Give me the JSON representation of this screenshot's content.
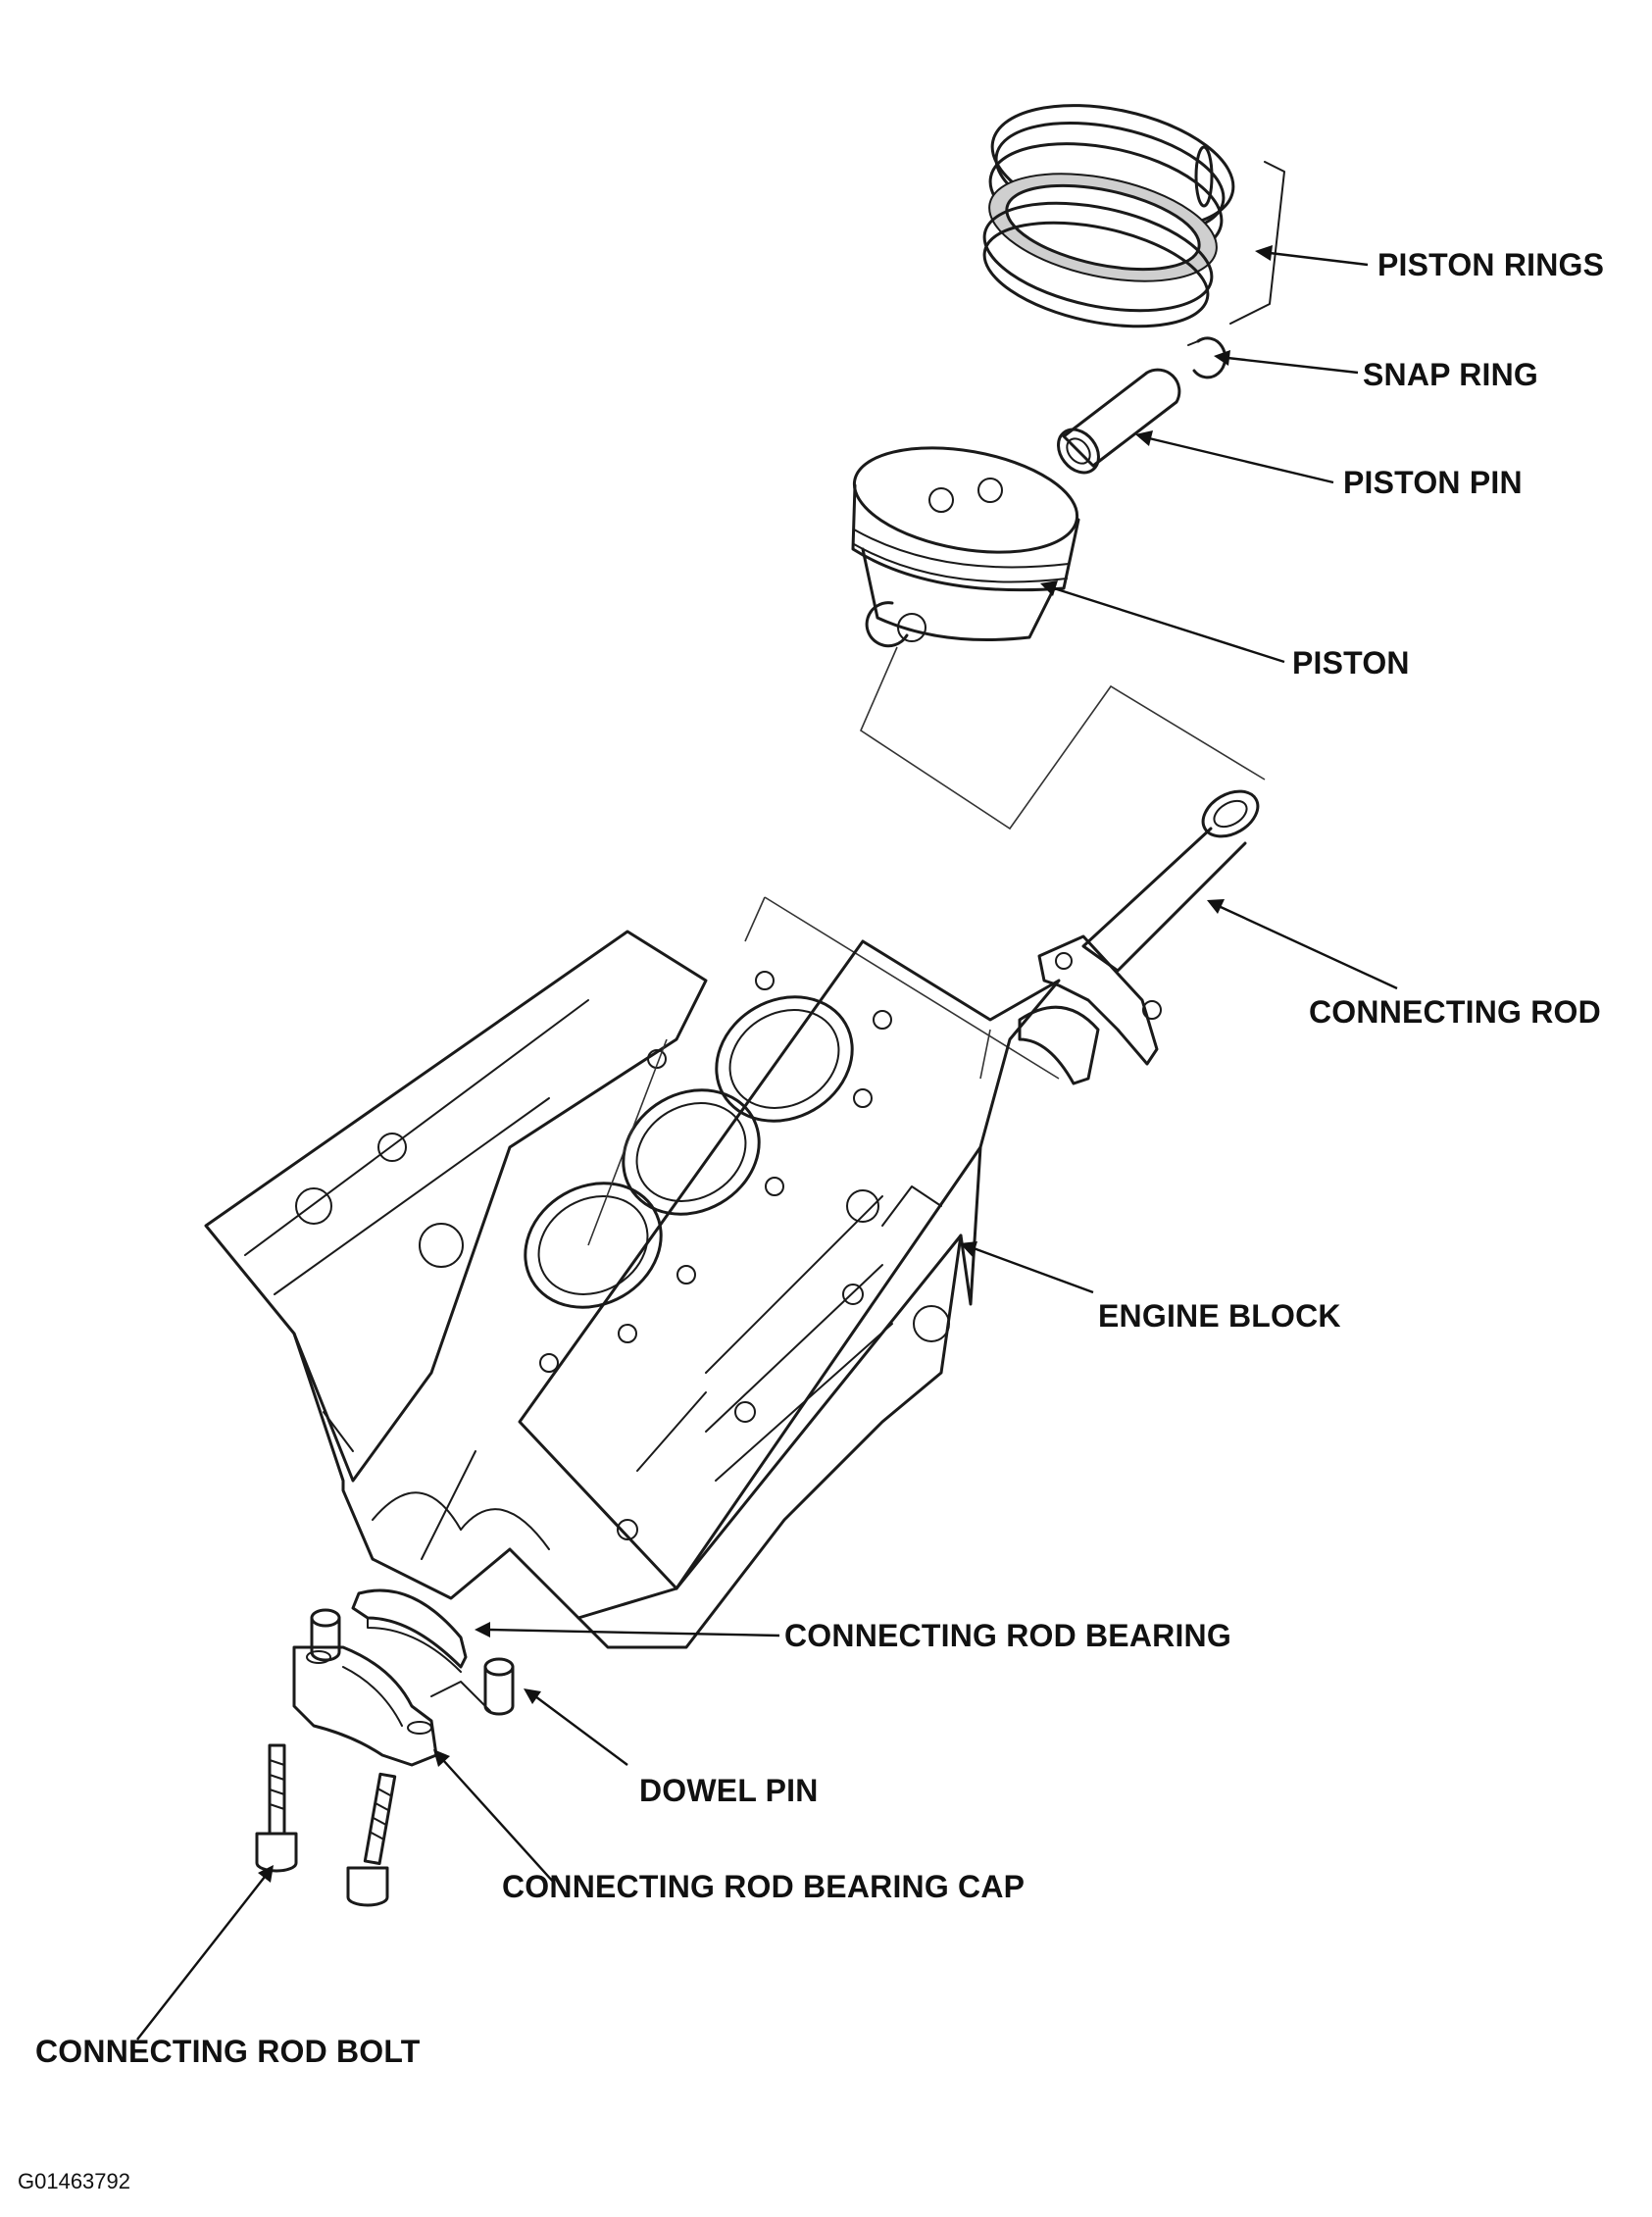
{
  "labels": {
    "piston_rings": "PISTON RINGS",
    "snap_ring": "SNAP RING",
    "piston_pin": "PISTON PIN",
    "piston": "PISTON",
    "connecting_rod": "CONNECTING ROD",
    "engine_block": "ENGINE BLOCK",
    "connecting_rod_bearing": "CONNECTING ROD BEARING",
    "dowel_pin": "DOWEL PIN",
    "connecting_rod_bearing_cap": "CONNECTING ROD BEARING CAP",
    "connecting_rod_bolt": "CONNECTING ROD BOLT"
  },
  "figure_code": "G01463792"
}
